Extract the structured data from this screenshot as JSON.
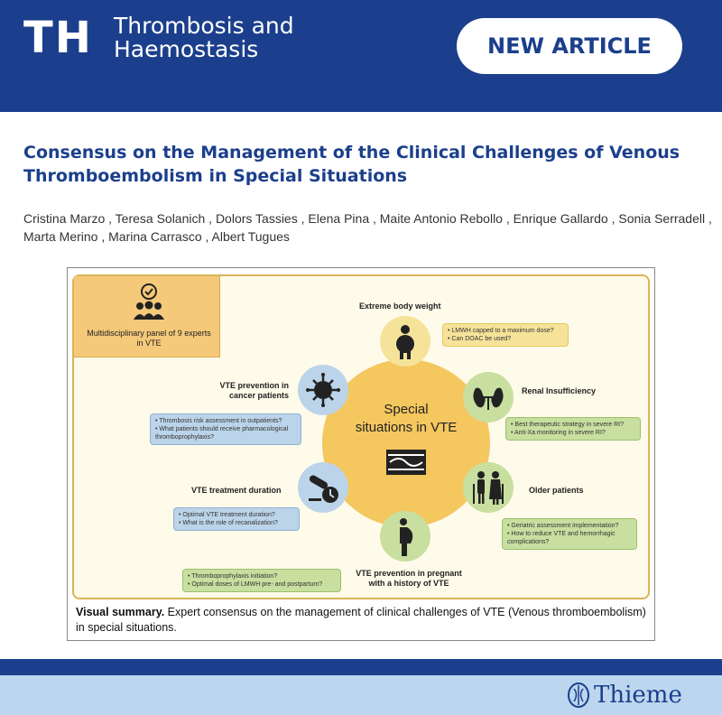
{
  "header": {
    "logo": "TH",
    "journal_line1": "Thrombosis and",
    "journal_line2": "Haemostasis",
    "badge": "NEW ARTICLE"
  },
  "article": {
    "title": "Consensus on the Management of the Clinical Challenges of Venous Thromboembolism in Special Situations",
    "authors": "Cristina Marzo , Teresa Solanich , Dolors Tassies , Elena Pina , Maite Antonio Rebollo , Enrique Gallardo , Sonia Serradell , Marta Merino , Marina Carrasco , Albert Tugues"
  },
  "visual_summary": {
    "panel": "Multidisciplinary panel of 9 experts in VTE",
    "center_line1": "Special",
    "center_line2": "situations in VTE",
    "nodes": {
      "weight": {
        "label": "Extreme body weight",
        "q1": "LMWH capped to a maximum dose?",
        "q2": "Can DOAC be used?",
        "color": "#f6e39a"
      },
      "renal": {
        "label": "Renal Insufficiency",
        "q1": "Best therapeutic strategy in severe RI?",
        "q2": "Anti-Xa monitoring in severe RI?",
        "color": "#c8dfa0"
      },
      "older": {
        "label": "Older patients",
        "q1": "Geriatric assessment implementation?",
        "q2": "How to reduce VTE and hemorrhagic complications?",
        "color": "#c8dfa0"
      },
      "pregnant": {
        "label_line1": "VTE prevention in pregnant",
        "label_line2": "with a history of VTE",
        "q1": "Thromboprophylaxis initiation?",
        "q2": "Optimal doses of LMWH pre- and postpartum?",
        "color": "#c8dfa0"
      },
      "duration": {
        "label": "VTE treatment duration",
        "q1": "Optimal VTE treatment duration?",
        "q2": "What is the role of recanalization?",
        "color": "#bcd4e9"
      },
      "cancer": {
        "label_line1": "VTE prevention in",
        "label_line2": "cancer patients",
        "q1": "Thrombosis risk assessment in outpatients?",
        "q2": "What patients should receive pharmacological thromboprophylaxis?",
        "color": "#bcd4e9"
      }
    },
    "caption_bold": "Visual summary.",
    "caption_text": " Expert consensus on the management of clinical challenges of VTE (Venous thromboembolism) in special situations."
  },
  "footer": {
    "publisher": "Thieme"
  },
  "colors": {
    "brand_blue": "#1b3f8c",
    "footer_light": "#bcd6ef",
    "center_yellow": "#f4c75f"
  }
}
